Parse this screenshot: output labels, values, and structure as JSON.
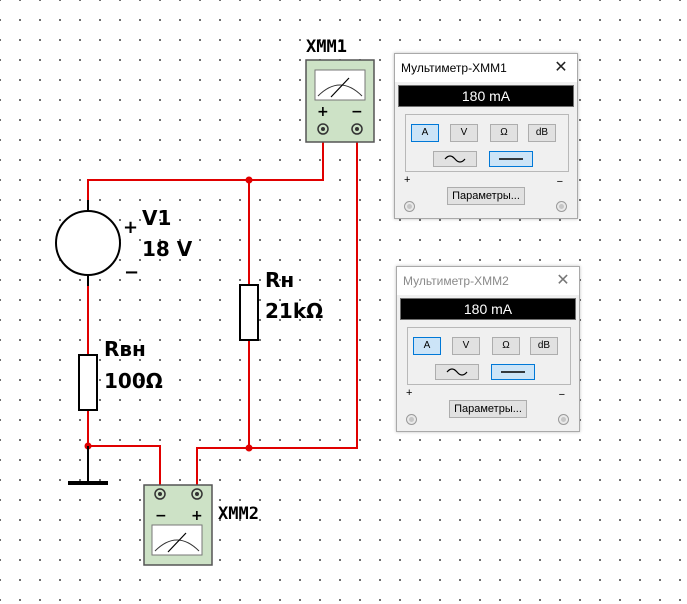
{
  "schematic": {
    "source": {
      "name": "V1",
      "value": "18 V",
      "plus": "+",
      "minus": "−"
    },
    "load_resistor": {
      "name": "Rн",
      "value": "21kΩ"
    },
    "internal_resistor": {
      "name": "Rвн",
      "value": "100Ω"
    },
    "multimeter1": {
      "name": "XMM1",
      "plus": "+",
      "minus": "−"
    },
    "multimeter2": {
      "name": "XMM2",
      "plus": "+",
      "minus": "−"
    },
    "colors": {
      "wire": "#e00000",
      "node": "#e00000",
      "meter_body": "#cde2c6"
    }
  },
  "windows": [
    {
      "title": "Мультиметр-XMM1",
      "close": "✕",
      "reading": "180 mA",
      "mode_buttons": [
        "A",
        "V",
        "Ω",
        "dB"
      ],
      "selected_mode": "A",
      "waveform_selected": "DC",
      "plus": "+",
      "minus": "−",
      "params_label": "Параметры..."
    },
    {
      "title": "Мультиметр-XMM2",
      "close": "✕",
      "reading": "180 mA",
      "mode_buttons": [
        "A",
        "V",
        "Ω",
        "dB"
      ],
      "selected_mode": "A",
      "waveform_selected": "DC",
      "plus": "+",
      "minus": "−",
      "params_label": "Параметры..."
    }
  ]
}
